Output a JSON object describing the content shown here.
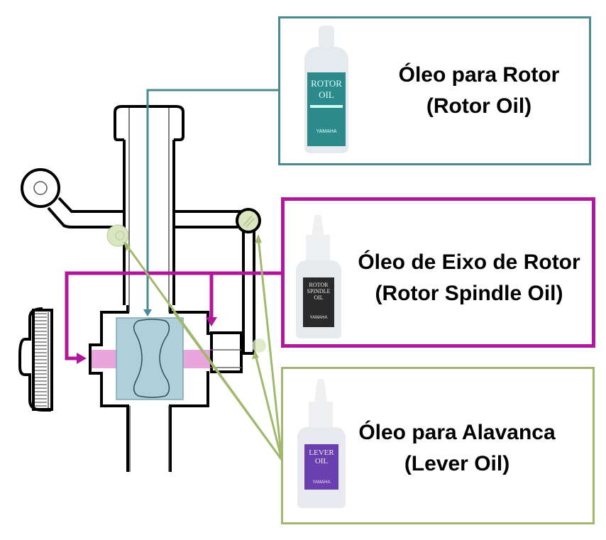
{
  "colors": {
    "rotor_oil": "#4a8a93",
    "spindle_oil": "#b0179a",
    "lever_oil": "#a3b86f",
    "rotor_fill": "#afd0da",
    "spindle_fill": "#e8a6dc",
    "lever_point_fill": "#d9e6bf",
    "outline": "#000000"
  },
  "labels": [
    {
      "id": "rotor-oil",
      "title_pt": "Óleo para Rotor",
      "title_en": "(Rotor Oil)",
      "bottle": {
        "brand": "YAMAHA",
        "line1": "ROTOR",
        "line2": "OIL",
        "label_color": "#2c8a8a",
        "cap": "short"
      }
    },
    {
      "id": "rotor-spindle-oil",
      "title_pt": "Óleo de Eixo de Rotor",
      "title_en": "(Rotor Spindle Oil)",
      "bottle": {
        "brand": "YAMAHA",
        "line1": "ROTOR",
        "line2": "SPINDLE",
        "line3": "OIL",
        "label_color": "#2a2a2a",
        "cap": "nozzle"
      }
    },
    {
      "id": "lever-oil",
      "title_pt": "Óleo para Alavanca",
      "title_en": "(Lever Oil)",
      "bottle": {
        "brand": "YAMAHA",
        "line1": "LEVER",
        "line2": "OIL",
        "label_color": "#6a3fb0",
        "cap": "nozzle"
      }
    }
  ]
}
